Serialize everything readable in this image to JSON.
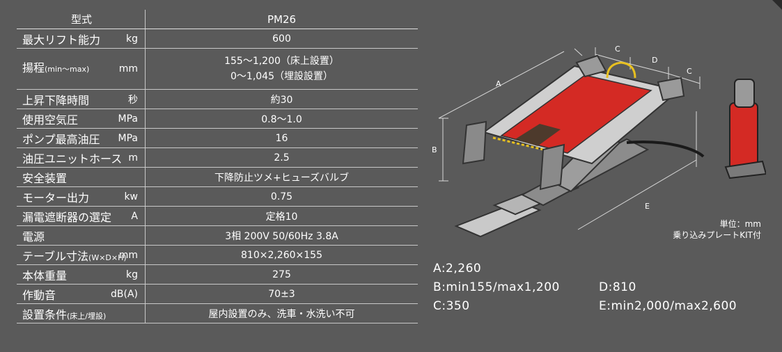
{
  "spec_table": {
    "header": {
      "label": "型式",
      "value": "PM26"
    },
    "rows": [
      {
        "label": "最大リフト能力",
        "label_sub": "",
        "unit": "kg",
        "value": "600",
        "value2": ""
      },
      {
        "label": "揚程",
        "label_sub": "(min～max)",
        "unit": "mm",
        "value": "155～1,200（床上設置）",
        "value2": "0～1,045（埋設設置）"
      },
      {
        "label": "上昇下降時間",
        "label_sub": "",
        "unit": "秒",
        "value": "約30",
        "value2": ""
      },
      {
        "label": "使用空気圧",
        "label_sub": "",
        "unit": "MPa",
        "value": "0.8～1.0",
        "value2": ""
      },
      {
        "label": "ポンプ最高油圧",
        "label_sub": "",
        "unit": "MPa",
        "value": "16",
        "value2": ""
      },
      {
        "label": "油圧ユニットホース",
        "label_sub": "",
        "unit": "m",
        "value": "2.5",
        "value2": ""
      },
      {
        "label": "安全装置",
        "label_sub": "",
        "unit": "",
        "value": "下降防止ツメ+ヒューズバルブ",
        "value2": ""
      },
      {
        "label": "モーター出力",
        "label_sub": "",
        "unit": "kw",
        "value": "0.75",
        "value2": ""
      },
      {
        "label": "漏電遮断器の選定",
        "label_sub": "",
        "unit": "A",
        "value": "定格10",
        "value2": ""
      },
      {
        "label": "電源",
        "label_sub": "",
        "unit": "",
        "value": "3相 200V 50/60Hz 3.8A",
        "value2": ""
      },
      {
        "label": "テーブル寸法",
        "label_sub": "(W×D×H)",
        "unit": "mm",
        "value": "810×2,260×155",
        "value2": ""
      },
      {
        "label": "本体重量",
        "label_sub": "",
        "unit": "kg",
        "value": "275",
        "value2": ""
      },
      {
        "label": "作動音",
        "label_sub": "",
        "unit": "dB(A)",
        "value": "70±3",
        "value2": ""
      },
      {
        "label": "設置条件",
        "label_sub": "(床上/埋設)",
        "unit": "",
        "value": "屋内設置のみ、洗車・水洗い不可",
        "value2": ""
      }
    ]
  },
  "diagram": {
    "labels": {
      "a": "A",
      "b": "B",
      "c1": "C",
      "c2": "C",
      "d": "D",
      "e": "E"
    },
    "unit_note_1": "単位：mm",
    "unit_note_2": "乗り込みプレートKIT付",
    "platform_color": "#d42a24",
    "pump_color": "#d42a24"
  },
  "dimensions": {
    "left": [
      "A:2,260",
      "B:min155/max1,200",
      "C:350"
    ],
    "right": [
      "D:810",
      "E:min2,000/max2,600"
    ]
  }
}
